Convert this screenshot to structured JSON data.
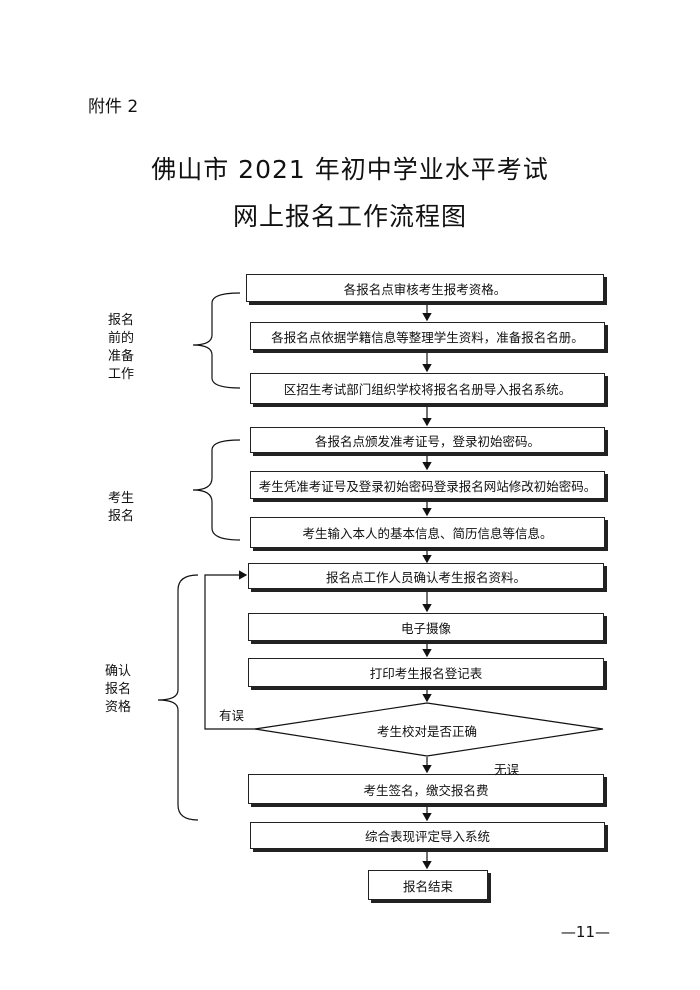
{
  "annex": "附件 2",
  "title_line1": "佛山市 2021 年初中学业水平考试",
  "title_line2": "网上报名工作流程图",
  "steps": [
    "各报名点审核考生报考资格。",
    "各报名点依据学籍信息等整理学生资料，准备报名名册。",
    "区招生考试部门组织学校将报名名册导入报名系统。",
    "各报名点颁发准考证号，登录初始密码。",
    "考生凭准考证号及登录初始密码登录报名网站修改初始密码。",
    "考生输入本人的基本信息、简历信息等信息。",
    "报名点工作人员确认考生报名资料。",
    "电子摄像",
    "打印考生报名登记表",
    "考生签名，缴交报名费",
    "综合表现评定导入系统"
  ],
  "decision": "考生校对是否正确",
  "branch_yes_error": "有误",
  "branch_no_error": "无误",
  "end": "报名结束",
  "phases": [
    "报名\n前的\n准备\n工作",
    "考生\n报名",
    "确认\n报名\n资格"
  ],
  "page_number": "—11—"
}
